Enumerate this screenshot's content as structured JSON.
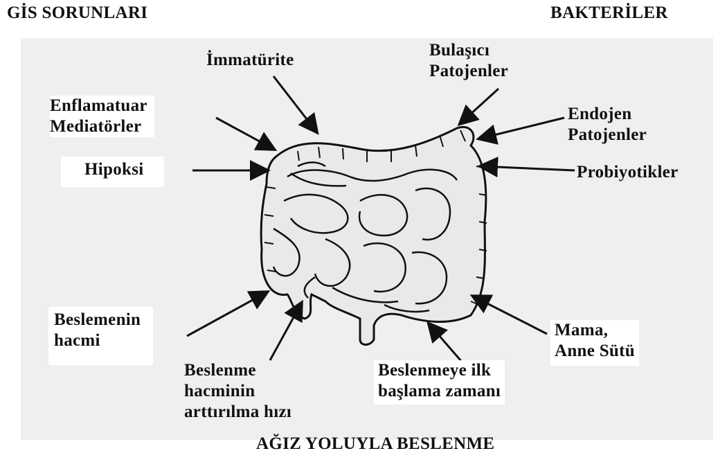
{
  "headers": {
    "gis": "GİS SORUNLARI",
    "bacteria": "BAKTERİLER",
    "oral": "AĞIZ YOLUYLA BESLENME"
  },
  "labels": {
    "immaturite": "İmmatürite",
    "enflamatuar_1": "Enflamatuar",
    "enflamatuar_2": "Mediatörler",
    "hipoksi": "Hipoksi",
    "bulasici_1": "Bulaşıcı",
    "bulasici_2": "Patojenler",
    "endojen_1": "Endojen",
    "endojen_2": "Patojenler",
    "probiyotikler": "Probiyotikler",
    "beslemenin_1": "Beslemenin",
    "beslemenin_2": "hacmi",
    "beslenme_1": "Beslenme",
    "beslenme_2": "hacminin",
    "beslenme_3": "arttırılma hızı",
    "ilk_1": "Beslenmeye ilk",
    "ilk_2": "başlama zamanı",
    "mama_1": "Mama,",
    "mama_2": "Anne Sütü"
  },
  "colors": {
    "ink": "#111111",
    "intestine_fill": "#e9e9e9",
    "backdrop": "#efefef"
  },
  "figure": {
    "icon": "intestines-drawing"
  }
}
